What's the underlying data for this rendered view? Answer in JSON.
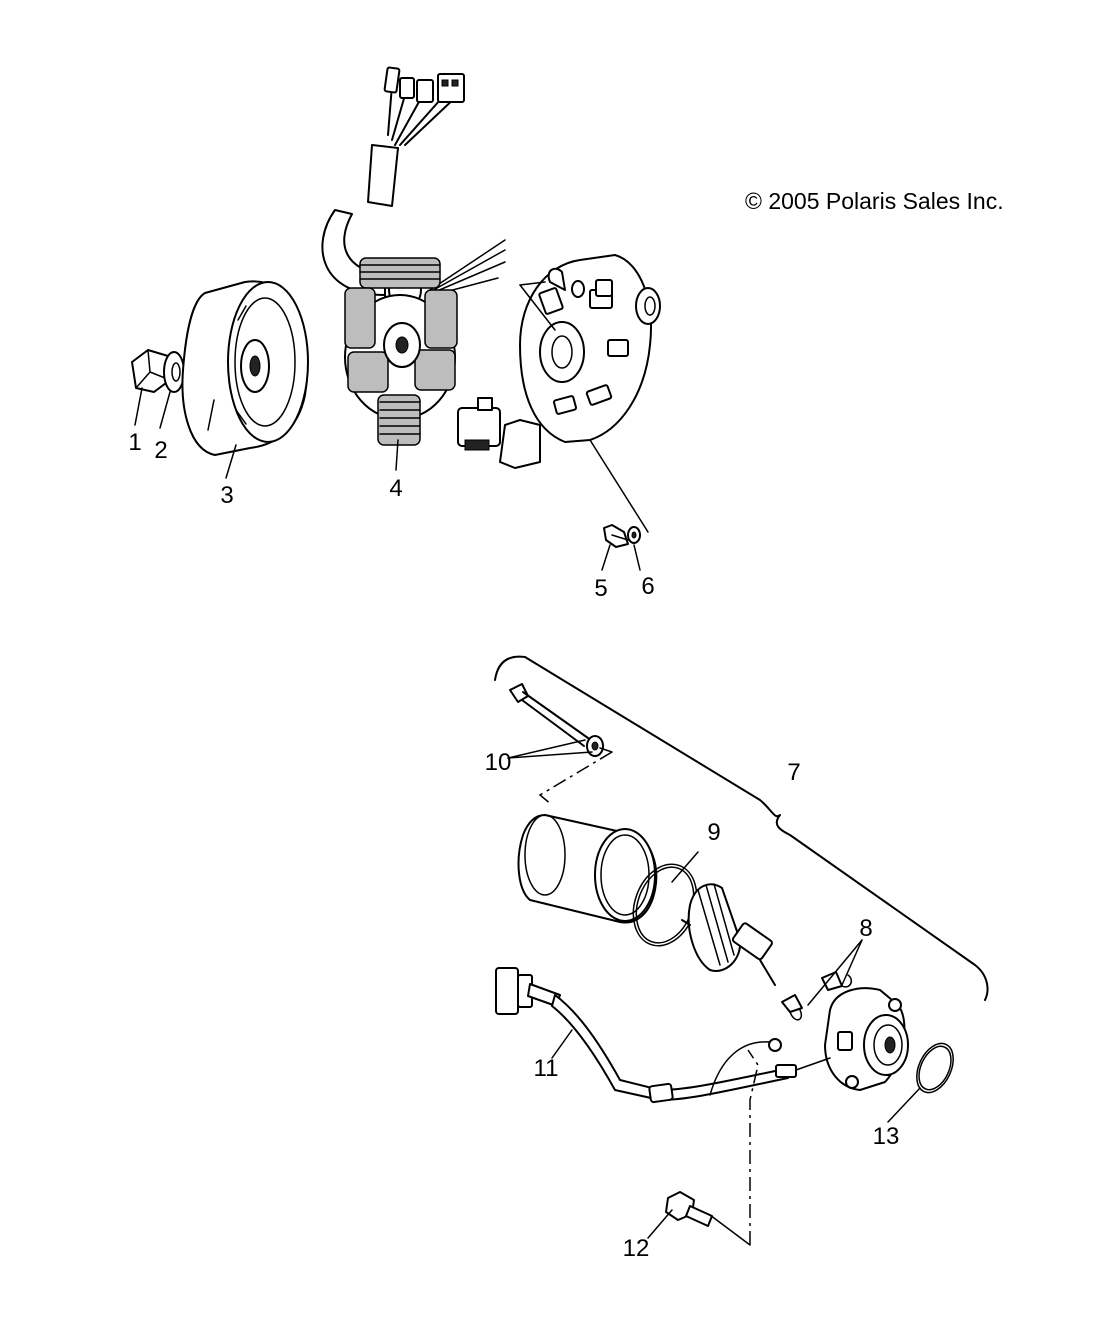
{
  "copyright": "© 2005 Polaris Sales Inc.",
  "callouts": [
    "1",
    "2",
    "3",
    "4",
    "5",
    "6",
    "7",
    "8",
    "9",
    "10",
    "11",
    "12",
    "13"
  ],
  "icons": [
    "wiring-harness",
    "flywheel",
    "stator",
    "stator-plate",
    "starter-motor",
    "armature",
    "starter-cable"
  ]
}
